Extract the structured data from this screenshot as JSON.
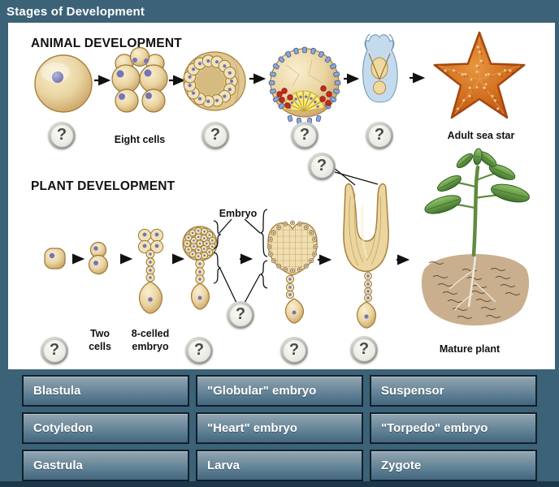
{
  "title": "Stages of Development",
  "diagram": {
    "placeholder": "?",
    "animal": {
      "heading": "ANIMAL DEVELOPMENT",
      "labels": {
        "eight_cells": "Eight cells",
        "adult_sea_star": "Adult sea star"
      }
    },
    "plant": {
      "heading": "PLANT DEVELOPMENT",
      "labels": {
        "two_cells": [
          "Two",
          "cells"
        ],
        "eight_celled_embryo": [
          "8-celled",
          "embryo"
        ],
        "embryo": "Embryo",
        "mature_plant": "Mature plant"
      }
    }
  },
  "answer_bank": {
    "labels": [
      "Blastula",
      "\"Globular\" embryo",
      "Suspensor",
      "Cotyledon",
      "\"Heart\" embryo",
      "\"Torpedo\" embryo",
      "Gastrula",
      "Larva",
      "Zygote"
    ]
  },
  "colors": {
    "frame_bg": "#3B6277",
    "panel_bg": "#FFFFFF",
    "footer_bar": "#1E3748",
    "tile_top": "#92A6B3",
    "tile_bottom": "#45667E",
    "tile_border": "#10202C",
    "tile_text": "#FFFFFF",
    "title_text": "#FFFFFF",
    "heading_text": "#111111"
  }
}
